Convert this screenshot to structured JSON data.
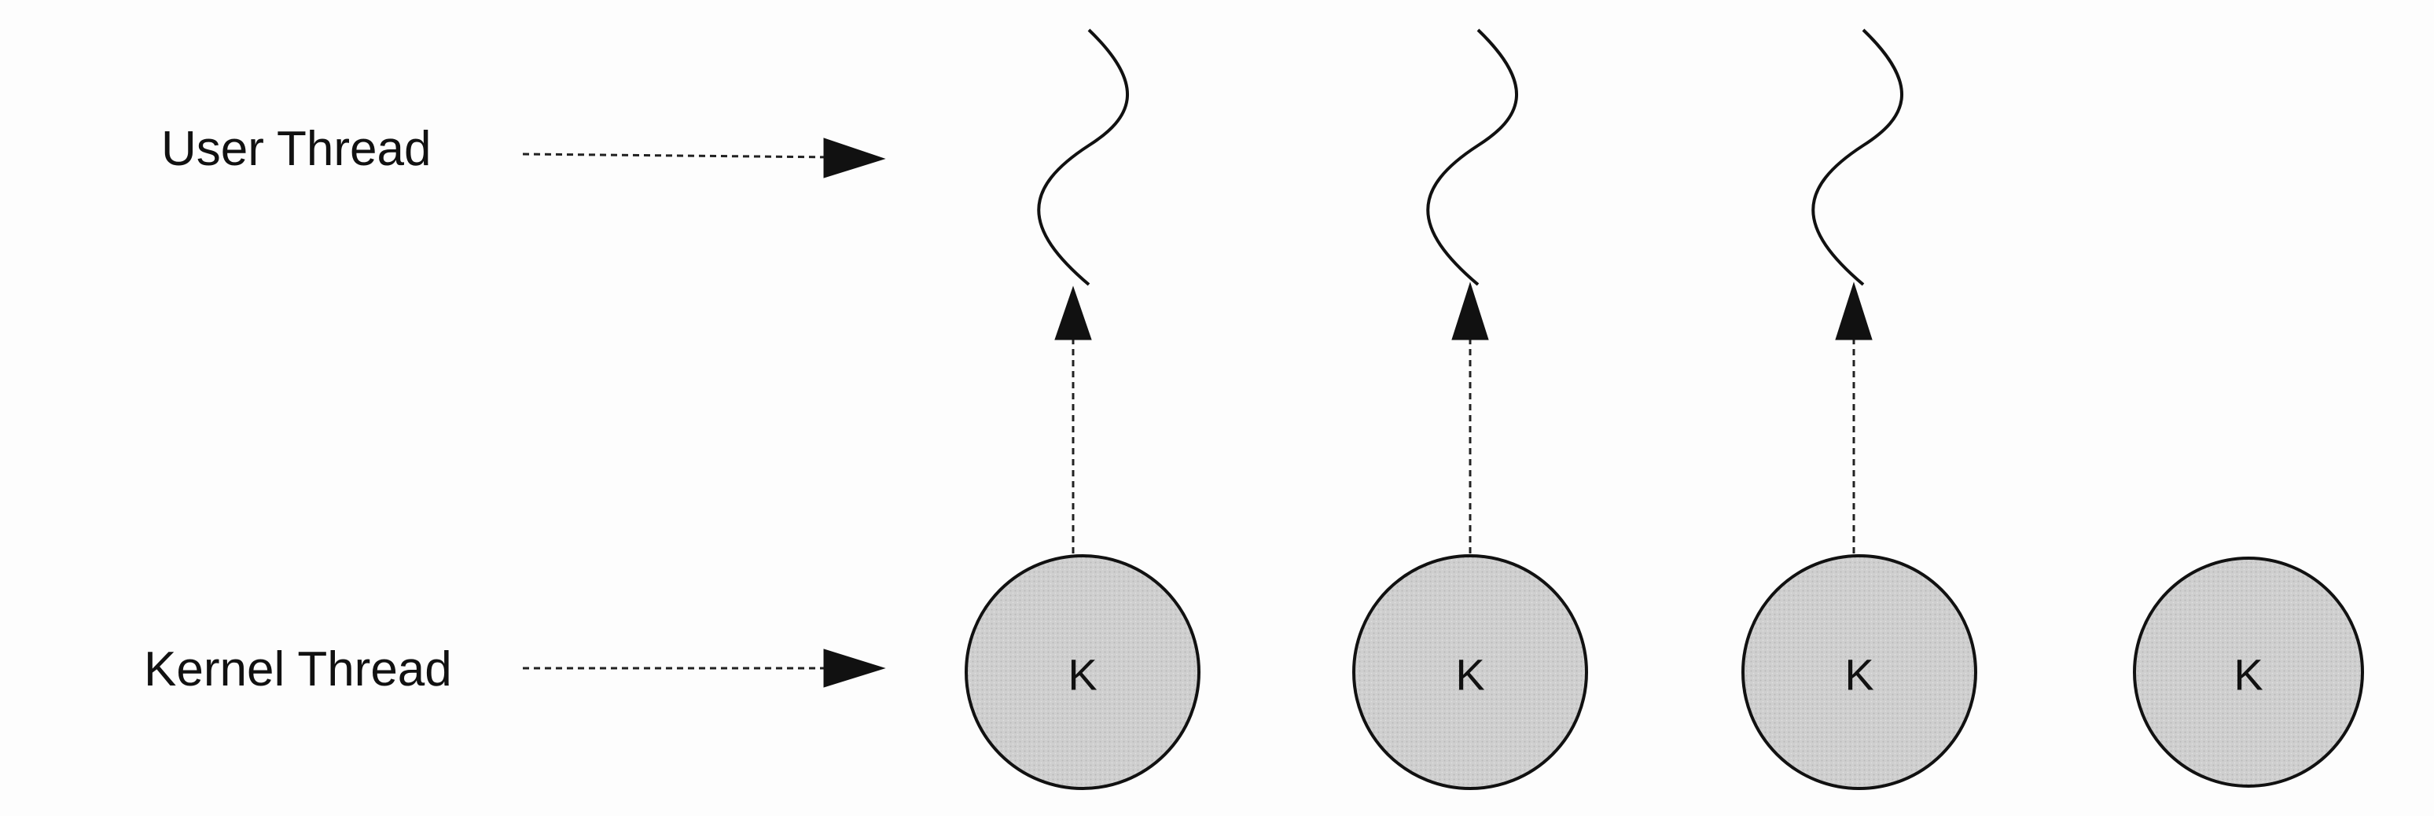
{
  "labels": {
    "user_thread": "User Thread",
    "kernel_thread": "Kernel Thread"
  },
  "kernel_nodes": [
    {
      "label": "K",
      "mapped_user_thread": true
    },
    {
      "label": "K",
      "mapped_user_thread": true
    },
    {
      "label": "K",
      "mapped_user_thread": true
    },
    {
      "label": "K",
      "mapped_user_thread": false
    }
  ],
  "colors": {
    "circle_fill": "#cfcfcf",
    "ink": "#111111"
  }
}
